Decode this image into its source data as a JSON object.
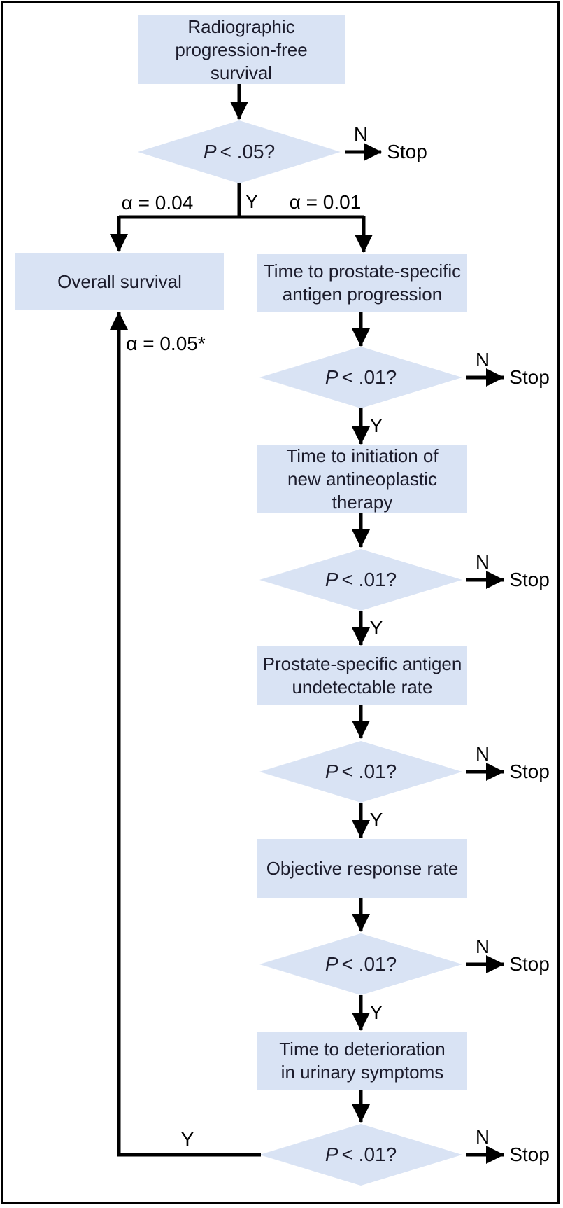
{
  "diagram": {
    "colors": {
      "node_fill": "#d9e3f4",
      "line": "#000000",
      "node_text": "#1c1c2c"
    },
    "boxes": [
      {
        "id": "radiographic-pfs",
        "label": "Radiographic\nprogression-free\nsurvival"
      },
      {
        "id": "overall-survival",
        "label": "Overall survival"
      },
      {
        "id": "time-to-psa-progression",
        "label": "Time to prostate-specific\nantigen progression"
      },
      {
        "id": "time-to-new-antineoplastic-therapy",
        "label": "Time to initiation of\nnew antineoplastic\ntherapy"
      },
      {
        "id": "psa-undetectable-rate",
        "label": "Prostate-specific antigen\nundetectable rate"
      },
      {
        "id": "objective-response-rate",
        "label": "Objective response rate"
      },
      {
        "id": "time-to-urinary-deterioration",
        "label": "Time to deterioration\nin urinary symptoms"
      }
    ],
    "decisions": [
      {
        "id": "d0",
        "p": "P",
        "test": "< .05?"
      },
      {
        "id": "d1",
        "p": "P",
        "test": "< .01?"
      },
      {
        "id": "d2",
        "p": "P",
        "test": "< .01?"
      },
      {
        "id": "d3",
        "p": "P",
        "test": "< .01?"
      },
      {
        "id": "d4",
        "p": "P",
        "test": "< .01?"
      },
      {
        "id": "d5",
        "p": "P",
        "test": "< .01?"
      }
    ],
    "labels": {
      "yes": "Y",
      "no": "N",
      "stop": "Stop",
      "alpha_overall_survival_branch": "α = 0.04",
      "alpha_psa_branch": "α = 0.01",
      "alpha_recycled": "α = 0.05*"
    }
  }
}
